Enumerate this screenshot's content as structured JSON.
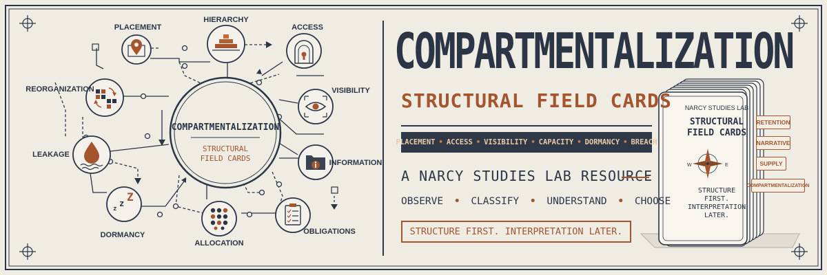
{
  "diagram": {
    "center": {
      "title": "COMPARTMENTALIZATION",
      "subtitle_line1": "STRUCTURAL",
      "subtitle_line2": "FIELD CARDS"
    },
    "nodes": [
      {
        "id": "placement",
        "label": "PLACEMENT",
        "icon": "map-pin-icon"
      },
      {
        "id": "hierarchy",
        "label": "HIERARCHY",
        "icon": "pyramid-icon"
      },
      {
        "id": "access",
        "label": "ACCESS",
        "icon": "keyhole-door-icon"
      },
      {
        "id": "visibility",
        "label": "VISIBILITY",
        "icon": "eye-icon"
      },
      {
        "id": "information",
        "label": "INFORMATION",
        "icon": "info-folder-icon"
      },
      {
        "id": "obligations",
        "label": "OBLIGATIONS",
        "icon": "clipboard-checklist-icon"
      },
      {
        "id": "allocation",
        "label": "ALLOCATION",
        "icon": "dot-grid-icon"
      },
      {
        "id": "dormancy",
        "label": "DORMANCY",
        "icon": "sleep-zzz-icon"
      },
      {
        "id": "leakage",
        "label": "LEAKAGE",
        "icon": "water-drop-icon"
      },
      {
        "id": "reorganization",
        "label": "REORGANIZATION",
        "icon": "rearrange-arrows-icon"
      }
    ]
  },
  "hero": {
    "title": "COMPARTMENTALIZATION",
    "subtitle": "STRUCTURAL FIELD CARDS",
    "tags": [
      "PLACEMENT",
      "ACCESS",
      "VISIBILITY",
      "CAPACITY",
      "DORMANCY",
      "BREACH"
    ],
    "tag_separator": "•",
    "resource": "A NARCY STUDIES LAB RESOURCE",
    "verbs": [
      "OBSERVE",
      "CLASSIFY",
      "UNDERSTAND",
      "CHOOSE"
    ],
    "verb_separator": "•",
    "motto": "STRUCTURE FIRST. INTERPRETATION LATER."
  },
  "card": {
    "lab": "NARCY STUDIES LAB",
    "title_line1": "STRUCTURAL",
    "title_line2": "FIELD CARDS",
    "compass_w": "W",
    "compass_e": "E",
    "motto_line1": "STRUCTURE",
    "motto_line2": "FIRST.",
    "motto_line3": "INTERPRETATION",
    "motto_line4": "LATER.",
    "tabs": [
      "RETENTION",
      "NARRATIVE",
      "SUPPLY",
      "COMPARTMENTALIZATION"
    ]
  },
  "colors": {
    "navy": "#2b3546",
    "rust": "#a4552e",
    "paper": "#efece4"
  }
}
